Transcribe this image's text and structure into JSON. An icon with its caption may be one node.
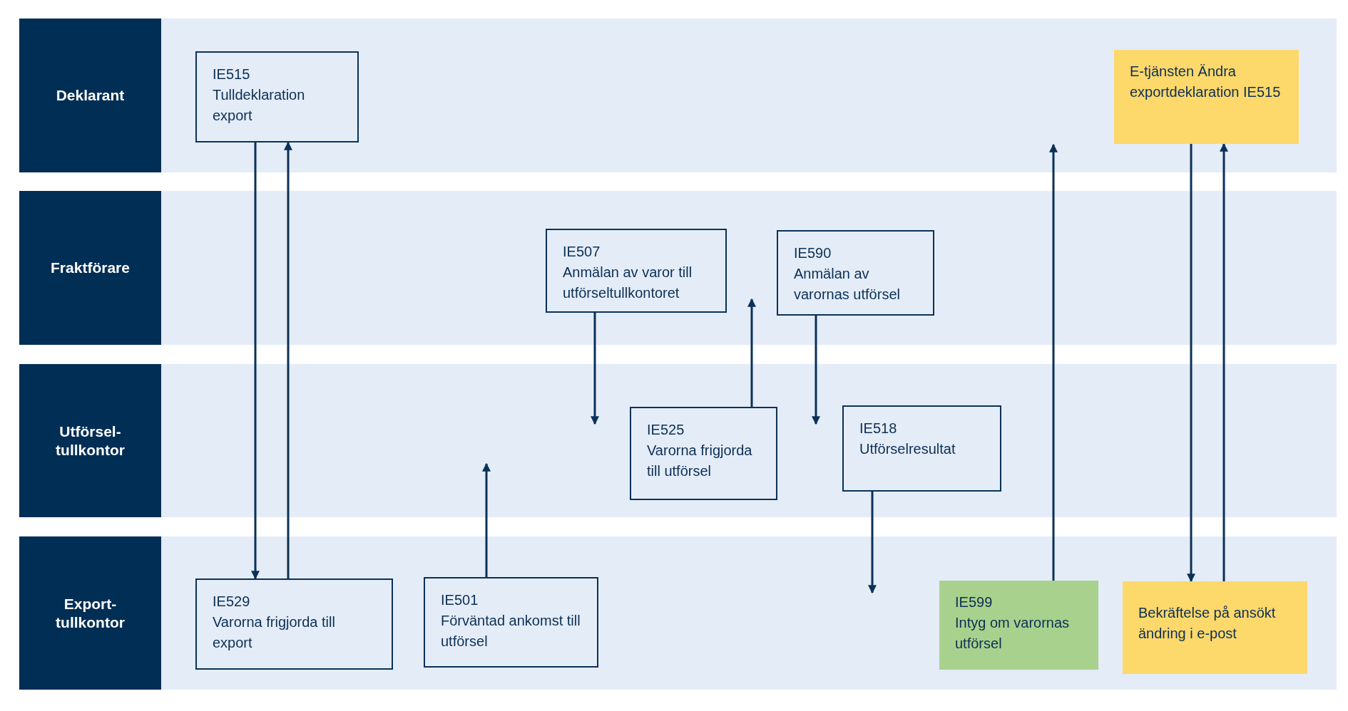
{
  "diagram": {
    "nodes": [
      {
        "text": [
          "Deklarant"
        ]
      },
      {
        "text": [
          "IE515",
          "Tulldeklaration export"
        ],
        "in": 0
      },
      {
        "text": [
          "E-tjänsten Ändra exportdeklaration IE515"
        ],
        "in": 0
      },
      {
        "text": [
          "Fraktförare"
        ]
      },
      {
        "text": [
          "IE507",
          "Anmälan av varor till utförseltullkontoret"
        ],
        "in": 3
      },
      {
        "text": [
          "IE590",
          "Anmälan av varornas utförsel"
        ],
        "in": 3
      },
      {
        "text": [
          "Utförsel- tullkontor"
        ]
      },
      {
        "text": [
          "IE525",
          "Varorna frigjorda till utförsel"
        ],
        "in": 6
      },
      {
        "text": [
          "IE518",
          "Utförselresultat"
        ],
        "in": 6
      },
      {
        "text": [
          "Export- tullkontor"
        ]
      },
      {
        "text": [
          "IE529",
          "Varorna frigjorda till export"
        ],
        "in": 9
      },
      {
        "text": [
          "IE501",
          "Förväntad ankomst till utförsel"
        ],
        "in": 9
      },
      {
        "text": [
          "IE599",
          "Intyg om varornas utförsel"
        ],
        "in": 9
      },
      {
        "text": [
          "Bekräftelse på ansökt ändring i e-post"
        ],
        "in": 9
      }
    ],
    "edges": [
      {
        "from": 1,
        "to": 10,
        "arrow": "to"
      },
      {
        "from": 10,
        "to": 1,
        "arrow": "to"
      },
      {
        "from": 4,
        "to": 7,
        "arrow": "to"
      },
      {
        "from": 7,
        "to": 5,
        "arrow": "to"
      },
      {
        "from": 5,
        "to": 8,
        "arrow": "to"
      },
      {
        "from": 11,
        "to": 6,
        "arrow": "to"
      },
      {
        "from": 8,
        "to": 9,
        "arrow": "to"
      },
      {
        "from": 12,
        "to": 0,
        "arrow": "to"
      },
      {
        "from": 2,
        "to": 13,
        "arrow": "to"
      },
      {
        "from": 13,
        "to": 2,
        "arrow": "to"
      }
    ]
  }
}
